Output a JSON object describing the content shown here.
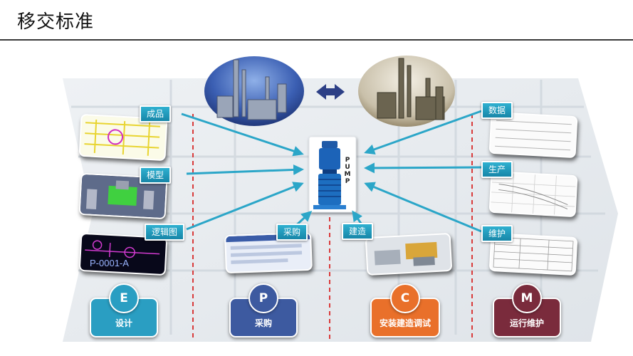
{
  "title": "移交标准",
  "labels": {
    "chengpin": "成品",
    "moxing": "模型",
    "luojitu": "逻辑图",
    "caigou": "采购",
    "jianzao": "建造",
    "shuju": "数据",
    "shengchan": "生产",
    "weihu": "维护"
  },
  "pump": {
    "letters": [
      "P",
      "U",
      "M",
      "P"
    ]
  },
  "drawing_tag": "P-0001-A",
  "phases": [
    {
      "letter": "E",
      "name": "设计",
      "color": "#2a9ec2",
      "circle_color": "#2a9ec2"
    },
    {
      "letter": "P",
      "name": "采购",
      "color": "#3d5aa0",
      "circle_color": "#3d5aa0"
    },
    {
      "letter": "C",
      "name": "安装建造调试",
      "color": "#e9702a",
      "circle_color": "#e9702a"
    },
    {
      "letter": "M",
      "name": "运行维护",
      "color": "#7a2b3c",
      "circle_color": "#7a2b3c"
    }
  ],
  "colors": {
    "arrow": "#2ba6c8",
    "divider": "#d93a3a",
    "double_arrow": "#2c3f86"
  }
}
